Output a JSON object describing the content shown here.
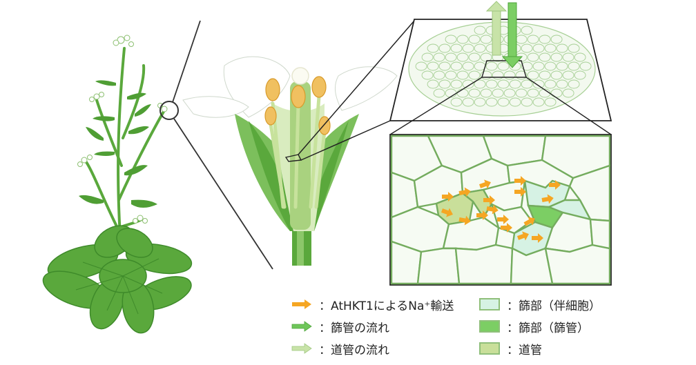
{
  "legend": {
    "items": [
      {
        "text": "：AtHKT1によるNa⁺輸送",
        "color": "#f5a623",
        "icon": "arrow-icon"
      },
      {
        "text": "：篩管の流れ",
        "color": "#6fc65a",
        "icon": "arrow-icon"
      },
      {
        "text": "：道管の流れ",
        "color": "#c8e3a8",
        "icon": "arrow-icon"
      },
      {
        "text": "：篩部（伴細胞）",
        "color": "#d6f2e4",
        "icon": "cell-box-icon"
      },
      {
        "text": "：篩部（篩管）",
        "color": "#7cce64",
        "icon": "cell-box-icon"
      },
      {
        "text": "：道管",
        "color": "#c9df9a",
        "icon": "cell-box-icon"
      }
    ]
  },
  "colors": {
    "leaf": "#5aa83c",
    "leaf_dark": "#3e8a2a",
    "cell_wall": "#74ac5e",
    "cell_fill": "#f3f9ef",
    "orange": "#f5a623"
  }
}
